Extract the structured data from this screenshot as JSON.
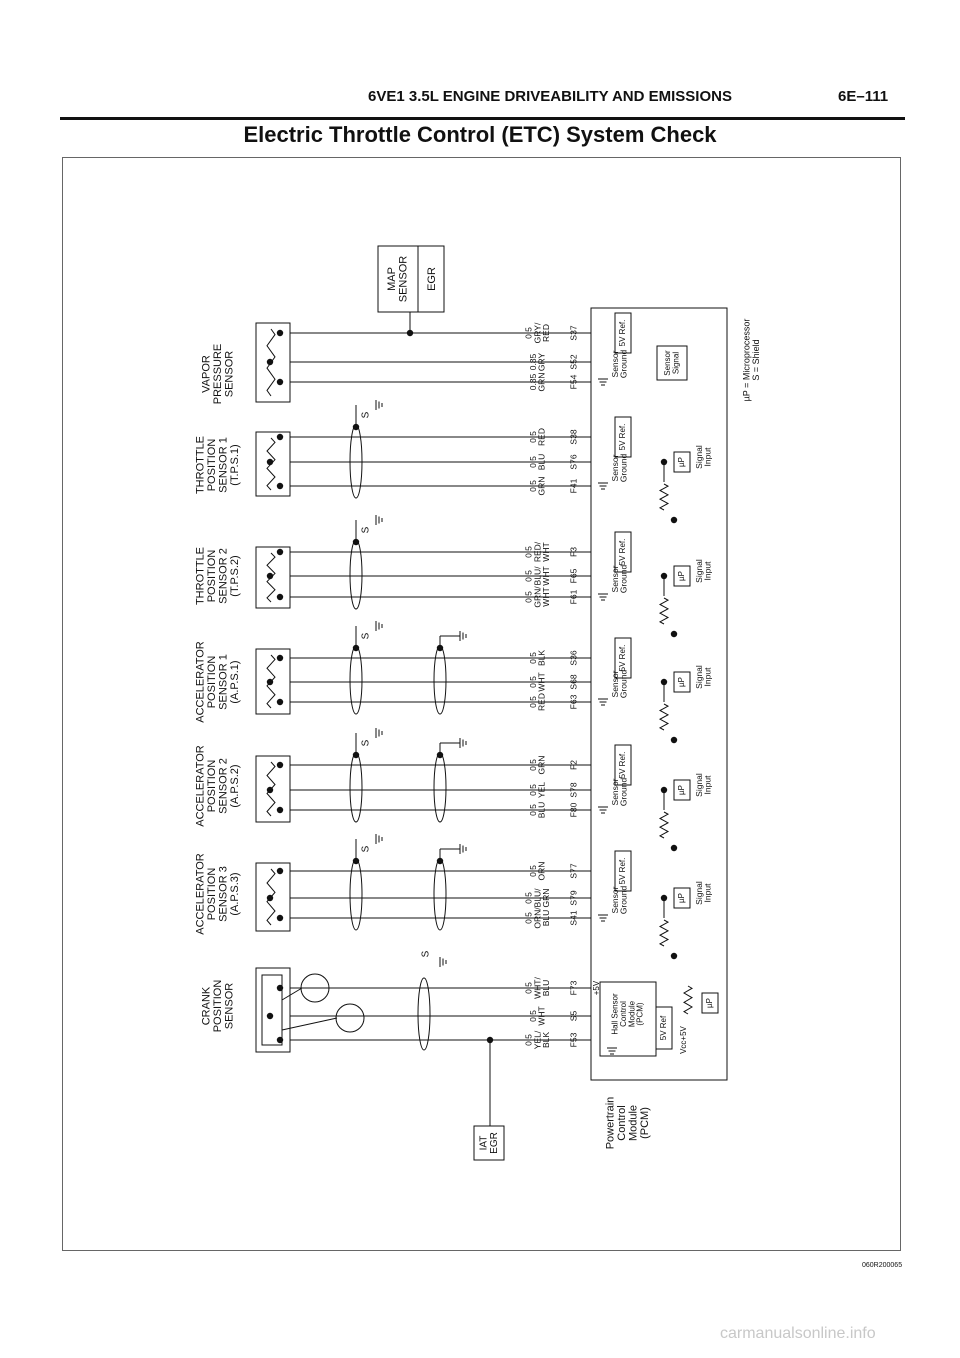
{
  "header": {
    "title": "6VE1 3.5L ENGINE DRIVEABILITY AND EMISSIONS",
    "page": "6E–111"
  },
  "page_title": "Electric Throttle Control (ETC) System Check",
  "footer_code": "060R200065",
  "watermark": "carmanualsonline.info",
  "sensors": [
    {
      "name": [
        "VAPOR",
        "PRESSURE",
        "SENSOR"
      ]
    },
    {
      "name": [
        "THROTTLE",
        "POSITION",
        "SENSOR 1",
        "(T.P.S.1)"
      ]
    },
    {
      "name": [
        "THROTTLE",
        "POSITION",
        "SENSOR 2",
        "(T.P.S.2)"
      ]
    },
    {
      "name": [
        "ACCELERATOR",
        "POSITION",
        "SENSOR 1",
        "(A.P.S.1)"
      ]
    },
    {
      "name": [
        "ACCELERATOR",
        "POSITION",
        "SENSOR 2",
        "(A.P.S.2)"
      ]
    },
    {
      "name": [
        "ACCELERATOR",
        "POSITION",
        "SENSOR 3",
        "(A.P.S.3)"
      ]
    },
    {
      "name": [
        "CRANK",
        "POSITION",
        "SENSOR"
      ]
    }
  ],
  "map_box": {
    "label_1": "MAP",
    "label_2": "SENSOR",
    "label_3": "EGR"
  },
  "iat_box": {
    "line1": "IAT",
    "line2": "EGR"
  },
  "pcm_label": [
    "Powertrain",
    "Control",
    "Module",
    "(PCM)"
  ],
  "wires": [
    [
      {
        "size": "0.85",
        "color": [
          "GRN"
        ],
        "pin": "F54"
      },
      {
        "size": "0.85",
        "color": [
          "GRY"
        ],
        "pin": "S52"
      },
      {
        "size": "0.5",
        "color": [
          "GRY/",
          "RED"
        ],
        "pin": "S37"
      }
    ],
    [
      {
        "size": "0.5",
        "color": [
          "GRN"
        ],
        "pin": "F41"
      },
      {
        "size": "0.5",
        "color": [
          "BLU"
        ],
        "pin": "S76"
      },
      {
        "size": "0.5",
        "color": [
          "RED"
        ],
        "pin": "S38"
      }
    ],
    [
      {
        "size": "0.5",
        "color": [
          "GRN/",
          "WHT"
        ],
        "pin": "F61"
      },
      {
        "size": "0.5",
        "color": [
          "BLU/",
          "WHT"
        ],
        "pin": "F65"
      },
      {
        "size": "0.5",
        "color": [
          "RED/",
          "WHT"
        ],
        "pin": "F3"
      }
    ],
    [
      {
        "size": "0.5",
        "color": [
          "RED"
        ],
        "pin": "F63"
      },
      {
        "size": "0.5",
        "color": [
          "WHT"
        ],
        "pin": "S68"
      },
      {
        "size": "0.5",
        "color": [
          "BLK"
        ],
        "pin": "S36"
      }
    ],
    [
      {
        "size": "0.5",
        "color": [
          "BLU"
        ],
        "pin": "F80"
      },
      {
        "size": "0.5",
        "color": [
          "YEL"
        ],
        "pin": "S78"
      },
      {
        "size": "0.5",
        "color": [
          "GRN"
        ],
        "pin": "F2"
      }
    ],
    [
      {
        "size": "0.5",
        "color": [
          "ORN/",
          "BLU"
        ],
        "pin": "S41"
      },
      {
        "size": "0.5",
        "color": [
          "BLU/",
          "GRN"
        ],
        "pin": "S79"
      },
      {
        "size": "0.5",
        "color": [
          "ORN"
        ],
        "pin": "S77"
      }
    ],
    [
      {
        "size": "0.5",
        "color": [
          "YEL/",
          "BLK"
        ],
        "pin": "F53"
      },
      {
        "size": "0.5",
        "color": [
          "WHT"
        ],
        "pin": "S5"
      },
      {
        "size": "0.5",
        "color": [
          "WHT/",
          "BLU"
        ],
        "pin": "F73"
      }
    ]
  ],
  "pcm_blocks": {
    "ref": "5V Ref.",
    "sensor_ground": [
      "Sensor",
      "Ground"
    ],
    "signal_input": [
      "Signal",
      "Input"
    ],
    "sensor_signal": [
      "Sensor",
      "Signal"
    ],
    "micro": "µP",
    "shield": "S",
    "hall_sensor": [
      "Hall Sensor",
      "Control",
      "Module",
      "(PCM)"
    ],
    "plus5v": "+5V",
    "ref_5v": "5V Ref",
    "vcc": "Vcc+5V"
  },
  "legend": {
    "line1": "µP = Microprocessor",
    "line2": "S = Shield"
  }
}
